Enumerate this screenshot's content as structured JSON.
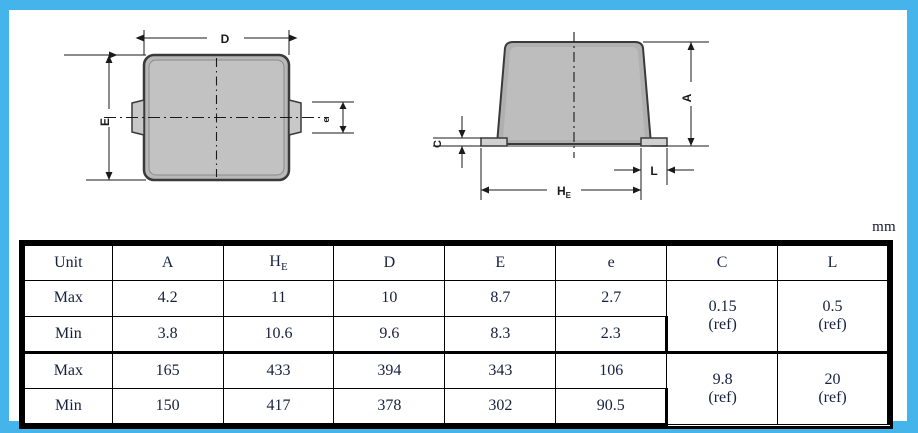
{
  "frame": {
    "accent_color": "#44b4ea"
  },
  "drawings": {
    "top_view": {
      "name": "top-view",
      "labels": {
        "width": "D",
        "height": "E",
        "lead_pitch": "e"
      }
    },
    "side_view": {
      "name": "side-view",
      "labels": {
        "height": "A",
        "body_span": "H",
        "body_span_sub": "E",
        "lead_length": "L",
        "lead_thickness": "C"
      }
    }
  },
  "unit_note": "mm",
  "table": {
    "name": "dimension-table",
    "headers": [
      {
        "label": "Unit",
        "sub": ""
      },
      {
        "label": "A",
        "sub": ""
      },
      {
        "label": "H",
        "sub": "E"
      },
      {
        "label": "D",
        "sub": ""
      },
      {
        "label": "E",
        "sub": ""
      },
      {
        "label": "e",
        "sub": ""
      },
      {
        "label": "C",
        "sub": ""
      },
      {
        "label": "L",
        "sub": ""
      }
    ],
    "rows": [
      {
        "unit": "Max",
        "A": "4.2",
        "HE": "11",
        "D": "10",
        "E": "8.7",
        "e": "2.7"
      },
      {
        "unit": "Min",
        "A": "3.8",
        "HE": "10.6",
        "D": "9.6",
        "E": "8.3",
        "e": "2.3"
      },
      {
        "unit": "Max",
        "A": "165",
        "HE": "433",
        "D": "394",
        "E": "343",
        "e": "106"
      },
      {
        "unit": "Min",
        "A": "150",
        "HE": "417",
        "D": "378",
        "E": "302",
        "e": "90.5"
      }
    ],
    "merged": {
      "mm_C": {
        "value": "0.15",
        "note": "(ref)"
      },
      "mm_L": {
        "value": "0.5",
        "note": "(ref)"
      },
      "mil_C": {
        "value": "9.8",
        "note": "(ref)"
      },
      "mil_L": {
        "value": "20",
        "note": "(ref)"
      }
    }
  }
}
